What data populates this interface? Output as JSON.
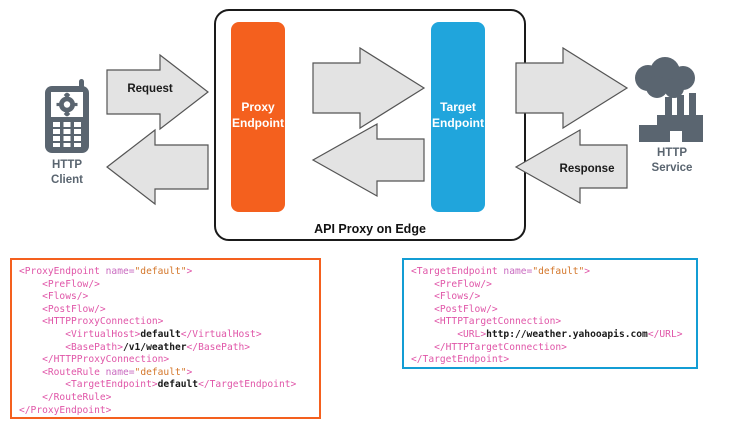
{
  "diagram": {
    "title": "API Proxy on Edge",
    "client": {
      "label_line1": "HTTP",
      "label_line2": "Client",
      "icon": "mobile-phone-gear-icon"
    },
    "service": {
      "label_line1": "HTTP",
      "label_line2": "Service",
      "icon": "cloud-factory-icon"
    },
    "proxy_endpoint": {
      "line1": "Proxy",
      "line2": "Endpoint",
      "color": "#F4601E"
    },
    "target_endpoint": {
      "line1": "Target",
      "line2": "Endpoint",
      "color": "#20A5DC"
    },
    "arrows": {
      "request": "Request",
      "response": "Response"
    },
    "colors": {
      "arrow_fill": "#E3E3E3",
      "arrow_stroke": "#555555",
      "icon_gray": "#5A6570",
      "orange": "#F4601E",
      "blue": "#20A5DC",
      "container_stroke": "#1a1a1a"
    }
  },
  "proxy_code": {
    "border_color": "#F4601E",
    "lines": [
      [
        {
          "t": "tag",
          "s": "<ProxyEndpoint "
        },
        {
          "t": "attr",
          "s": "name="
        },
        {
          "t": "val",
          "s": "\"default\""
        },
        {
          "t": "tag",
          "s": ">"
        }
      ],
      [
        {
          "t": "plain",
          "s": "    "
        },
        {
          "t": "tag",
          "s": "<PreFlow/>"
        }
      ],
      [
        {
          "t": "plain",
          "s": "    "
        },
        {
          "t": "tag",
          "s": "<Flows/>"
        }
      ],
      [
        {
          "t": "plain",
          "s": "    "
        },
        {
          "t": "tag",
          "s": "<PostFlow/>"
        }
      ],
      [
        {
          "t": "plain",
          "s": "    "
        },
        {
          "t": "tag",
          "s": "<HTTPProxyConnection>"
        }
      ],
      [
        {
          "t": "plain",
          "s": "        "
        },
        {
          "t": "tag",
          "s": "<VirtualHost>"
        },
        {
          "t": "text",
          "s": "default"
        },
        {
          "t": "tag",
          "s": "</VirtualHost>"
        }
      ],
      [
        {
          "t": "plain",
          "s": "        "
        },
        {
          "t": "tag",
          "s": "<BasePath>"
        },
        {
          "t": "text",
          "s": "/v1/weather"
        },
        {
          "t": "tag",
          "s": "</BasePath>"
        }
      ],
      [
        {
          "t": "plain",
          "s": "    "
        },
        {
          "t": "tag",
          "s": "</HTTPProxyConnection>"
        }
      ],
      [
        {
          "t": "plain",
          "s": "    "
        },
        {
          "t": "tag",
          "s": "<RouteRule "
        },
        {
          "t": "attr",
          "s": "name="
        },
        {
          "t": "val",
          "s": "\"default\""
        },
        {
          "t": "tag",
          "s": ">"
        }
      ],
      [
        {
          "t": "plain",
          "s": "        "
        },
        {
          "t": "tag",
          "s": "<TargetEndpoint>"
        },
        {
          "t": "text",
          "s": "default"
        },
        {
          "t": "tag",
          "s": "</TargetEndpoint>"
        }
      ],
      [
        {
          "t": "plain",
          "s": "    "
        },
        {
          "t": "tag",
          "s": "</RouteRule>"
        }
      ],
      [
        {
          "t": "tag",
          "s": "</ProxyEndpoint>"
        }
      ]
    ]
  },
  "target_code": {
    "border_color": "#139DD4",
    "lines": [
      [
        {
          "t": "tag",
          "s": "<TargetEndpoint "
        },
        {
          "t": "attr",
          "s": "name="
        },
        {
          "t": "val",
          "s": "\"default\""
        },
        {
          "t": "tag",
          "s": ">"
        }
      ],
      [
        {
          "t": "plain",
          "s": "    "
        },
        {
          "t": "tag",
          "s": "<PreFlow/>"
        }
      ],
      [
        {
          "t": "plain",
          "s": "    "
        },
        {
          "t": "tag",
          "s": "<Flows/>"
        }
      ],
      [
        {
          "t": "plain",
          "s": "    "
        },
        {
          "t": "tag",
          "s": "<PostFlow/>"
        }
      ],
      [
        {
          "t": "plain",
          "s": "    "
        },
        {
          "t": "tag",
          "s": "<HTTPTargetConnection>"
        }
      ],
      [
        {
          "t": "plain",
          "s": "        "
        },
        {
          "t": "tag",
          "s": "<URL>"
        },
        {
          "t": "text",
          "s": "http://weather.yahooapis.com"
        },
        {
          "t": "tag",
          "s": "</URL>"
        }
      ],
      [
        {
          "t": "plain",
          "s": "    "
        },
        {
          "t": "tag",
          "s": "</HTTPTargetConnection>"
        }
      ],
      [
        {
          "t": "tag",
          "s": "</TargetEndpoint>"
        }
      ]
    ]
  }
}
